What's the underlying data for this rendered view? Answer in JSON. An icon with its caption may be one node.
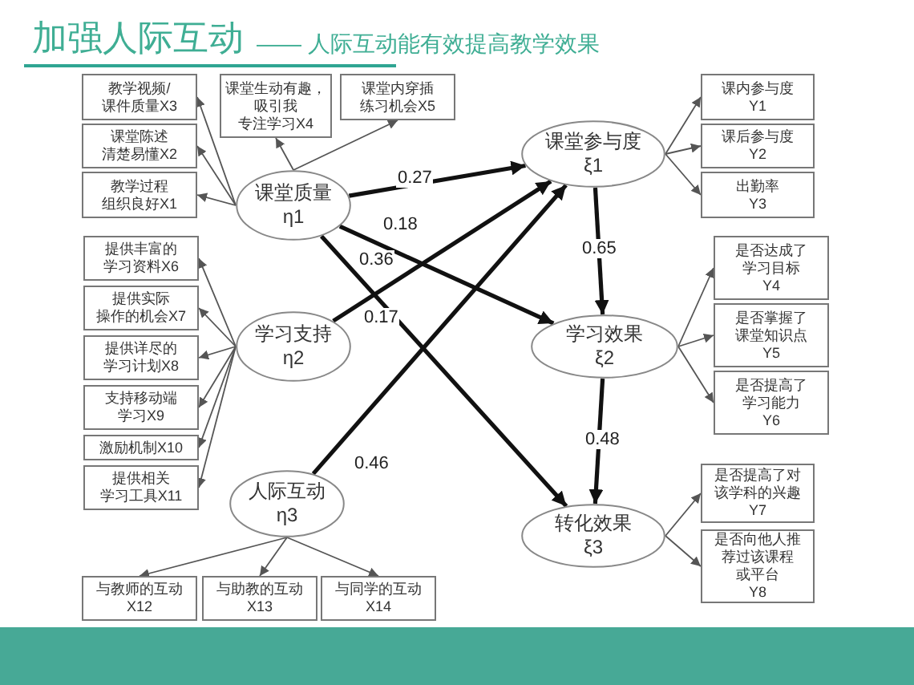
{
  "diagram": {
    "title": "加强人际互动",
    "nodes": [
      {
        "text": [
          "教学视频/课件质量X3"
        ]
      },
      {
        "text": [
          "课堂陈述清楚易懂X2"
        ]
      },
      {
        "text": [
          "教学过程组织良好X1"
        ]
      },
      {
        "text": [
          "课堂生动有趣，吸引我专注学习X4"
        ]
      },
      {
        "text": [
          "课堂内穿插练习机会X5"
        ]
      },
      {
        "text": [
          "课堂质量",
          "η1"
        ]
      },
      {
        "text": [
          "课堂参与度",
          "ξ1"
        ]
      },
      {
        "text": [
          "课内参与度",
          "Y1"
        ]
      },
      {
        "text": [
          "课后参与度",
          "Y2"
        ]
      },
      {
        "text": [
          "出勤率",
          "Y3"
        ]
      },
      {
        "text": [
          "提供丰富的学习资料X6"
        ]
      },
      {
        "text": [
          "提供实际操作的机会X7"
        ]
      },
      {
        "text": [
          "提供详尽的学习计划X8"
        ]
      },
      {
        "text": [
          "支持移动端学习X9"
        ]
      },
      {
        "text": [
          "激励机制X10"
        ]
      },
      {
        "text": [
          "提供相关学习工具X11"
        ]
      },
      {
        "text": [
          "学习支持",
          "η2"
        ]
      },
      {
        "text": [
          "学习效果",
          "ξ2"
        ]
      },
      {
        "text": [
          "是否达成了学习目标",
          "Y4"
        ]
      },
      {
        "text": [
          "是否掌握了课堂知识点",
          "Y5"
        ]
      },
      {
        "text": [
          "是否提高了学习能力",
          "Y6"
        ]
      },
      {
        "text": [
          "人际互动",
          "η3"
        ]
      },
      {
        "text": [
          "转化效果",
          "ξ3"
        ]
      },
      {
        "text": [
          "是否提高了对该学科的兴趣",
          "Y7"
        ]
      },
      {
        "text": [
          "是否向他人推荐过该课程或平台",
          "Y8"
        ]
      },
      {
        "text": [
          "与教师的互动",
          "X12"
        ]
      },
      {
        "text": [
          "与助教的互动",
          "X13"
        ]
      },
      {
        "text": [
          "与同学的互动",
          "X14"
        ]
      }
    ],
    "edges": [
      {
        "from": 5,
        "to": 0,
        "arrow": "to"
      },
      {
        "from": 5,
        "to": 1,
        "arrow": "to"
      },
      {
        "from": 5,
        "to": 2,
        "arrow": "to"
      },
      {
        "from": 5,
        "to": 3,
        "arrow": "to"
      },
      {
        "from": 5,
        "to": 4,
        "arrow": "to"
      },
      {
        "from": 6,
        "to": 7,
        "arrow": "to"
      },
      {
        "from": 6,
        "to": 8,
        "arrow": "to"
      },
      {
        "from": 6,
        "to": 9,
        "arrow": "to"
      },
      {
        "from": 16,
        "to": 10,
        "arrow": "to"
      },
      {
        "from": 16,
        "to": 11,
        "arrow": "to"
      },
      {
        "from": 16,
        "to": 12,
        "arrow": "to"
      },
      {
        "from": 16,
        "to": 13,
        "arrow": "to"
      },
      {
        "from": 16,
        "to": 14,
        "arrow": "to"
      },
      {
        "from": 16,
        "to": 15,
        "arrow": "to"
      },
      {
        "from": 17,
        "to": 18,
        "arrow": "to"
      },
      {
        "from": 17,
        "to": 19,
        "arrow": "to"
      },
      {
        "from": 17,
        "to": 20,
        "arrow": "to"
      },
      {
        "from": 21,
        "to": 25,
        "arrow": "to"
      },
      {
        "from": 21,
        "to": 26,
        "arrow": "to"
      },
      {
        "from": 21,
        "to": 27,
        "arrow": "to"
      },
      {
        "from": 22,
        "to": 23,
        "arrow": "to"
      },
      {
        "from": 22,
        "to": 24,
        "arrow": "to"
      },
      {
        "from": 5,
        "to": 6,
        "arrow": "to",
        "label": "0.27",
        "style": "thick"
      },
      {
        "from": 5,
        "to": 17,
        "arrow": "to",
        "label": "0.18",
        "style": "thick"
      },
      {
        "from": 5,
        "to": 22,
        "arrow": "to",
        "label": "0.36",
        "style": "thick"
      },
      {
        "from": 16,
        "to": 6,
        "arrow": "to",
        "label": "0.17",
        "style": "thick"
      },
      {
        "from": 21,
        "to": 6,
        "arrow": "to",
        "label": "0.46",
        "style": "thick"
      },
      {
        "from": 6,
        "to": 17,
        "arrow": "to",
        "label": "0.65",
        "style": "thick"
      },
      {
        "from": 17,
        "to": 22,
        "arrow": "to",
        "label": "0.48",
        "style": "thick"
      }
    ],
    "labels": [
      "—— 人际互动能有效提高教学效果"
    ]
  }
}
